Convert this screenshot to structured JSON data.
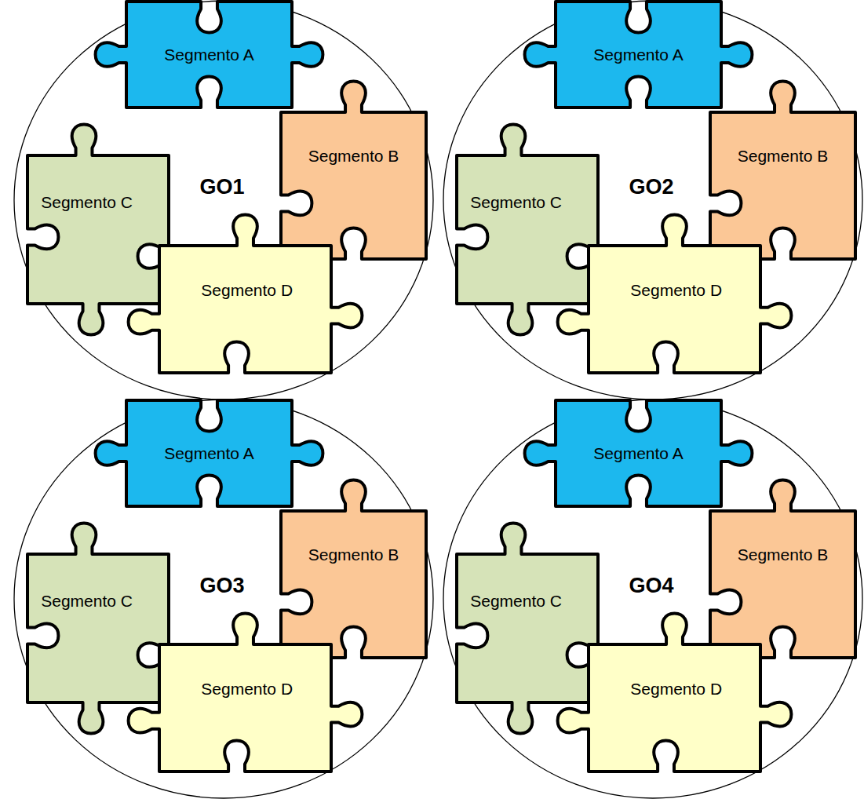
{
  "diagram": {
    "nodes": [
      {
        "text": [
          "GO1"
        ]
      },
      {
        "text": [
          "Segmento A"
        ],
        "in": 0
      },
      {
        "text": [
          "Segmento B"
        ],
        "in": 0
      },
      {
        "text": [
          "Segmento C"
        ],
        "in": 0
      },
      {
        "text": [
          "Segmento D"
        ],
        "in": 0
      },
      {
        "text": [
          "GO2"
        ]
      },
      {
        "text": [
          "Segmento A"
        ],
        "in": 5
      },
      {
        "text": [
          "Segmento B"
        ],
        "in": 5
      },
      {
        "text": [
          "Segmento C"
        ],
        "in": 5
      },
      {
        "text": [
          "Segmento D"
        ],
        "in": 5
      },
      {
        "text": [
          "GO3"
        ]
      },
      {
        "text": [
          "Segmento A"
        ],
        "in": 10
      },
      {
        "text": [
          "Segmento B"
        ],
        "in": 10
      },
      {
        "text": [
          "Segmento C"
        ],
        "in": 10
      },
      {
        "text": [
          "Segmento D"
        ],
        "in": 10
      },
      {
        "text": [
          "GO4"
        ]
      },
      {
        "text": [
          "Segmento A"
        ],
        "in": 15
      },
      {
        "text": [
          "Segmento B"
        ],
        "in": 15
      },
      {
        "text": [
          "Segmento C"
        ],
        "in": 15
      },
      {
        "text": [
          "Segmento D"
        ],
        "in": 15
      }
    ]
  }
}
